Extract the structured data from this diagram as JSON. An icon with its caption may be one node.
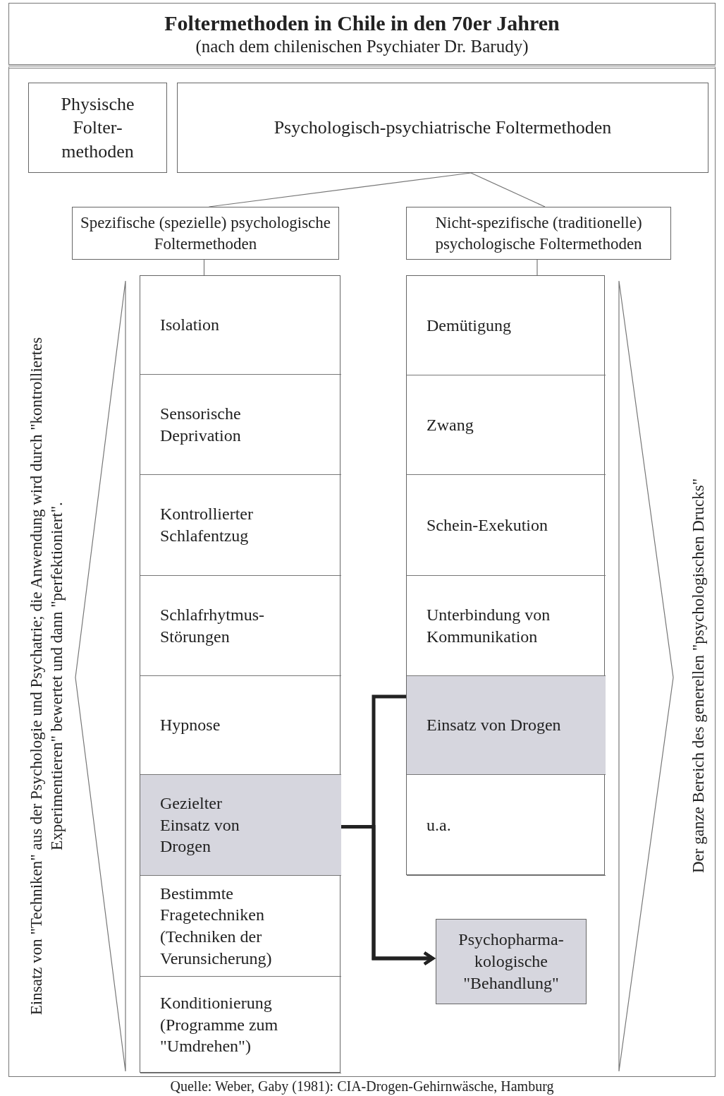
{
  "diagram": {
    "title": "Foltermethoden in Chile in den 70er Jahren",
    "caption": "Quelle: Weber, Gaby (1981): CIA-Drogen-Gehirnwäsche, Hamburg",
    "nodes": [
      {
        "text": [
          "Physische Folter-methoden"
        ]
      },
      {
        "text": [
          "Psychologisch-psychiatrische Foltermethoden"
        ]
      },
      {
        "text": [
          "Spezifische (spezielle) psychologische Foltermethoden"
        ]
      },
      {
        "text": [
          "Nicht-spezifische (traditionelle) psychologische Foltermethoden"
        ]
      },
      {
        "text": [],
        "shape": "box"
      },
      {
        "text": [
          "Isolation"
        ],
        "in": 4
      },
      {
        "text": [
          "Sensorische Deprivation"
        ],
        "in": 4
      },
      {
        "text": [
          "Kontrollierter Schlafentzug"
        ],
        "in": 4
      },
      {
        "text": [
          "Schlafrhytmus-Störungen"
        ],
        "in": 4
      },
      {
        "text": [
          "Hypnose"
        ],
        "in": 4
      },
      {
        "text": [
          "Gezielter Einsatz von Drogen"
        ],
        "in": 4
      },
      {
        "text": [
          "Bestimmte Fragetechniken (Techniken der Verunsicherung)"
        ],
        "in": 4
      },
      {
        "text": [
          "Konditionierung (Programme zum \"Umdrehen\")"
        ],
        "in": 4
      },
      {
        "text": [],
        "shape": "box"
      },
      {
        "text": [
          "Demütigung"
        ],
        "in": 13
      },
      {
        "text": [
          "Zwang"
        ],
        "in": 13
      },
      {
        "text": [
          "Schein-Exekution"
        ],
        "in": 13
      },
      {
        "text": [
          "Unterbindung von Kommunikation"
        ],
        "in": 13
      },
      {
        "text": [
          "Einsatz von Drogen"
        ],
        "in": 13
      },
      {
        "text": [
          "u.a."
        ],
        "in": 13
      },
      {
        "text": [
          "Psychopharma-kologische \"Behandlung\""
        ]
      },
      {
        "text": [],
        "shape": "bracket",
        "beside": [
          "Einsatz von \"Techniken\" aus der Psychologie und Psychatrie; die Anwendung wird durch \"kontrolliertes Experimentieren\" bewertet und dann \"perfektioniert\"."
        ]
      },
      {
        "text": [],
        "shape": "bracket",
        "beside": [
          "Der ganze Bereich des generellen \"psychologischen Drucks\""
        ]
      }
    ],
    "edges": [
      {
        "from": 1,
        "to": 2,
        "arrow": "none"
      },
      {
        "from": 1,
        "to": 3,
        "arrow": "none"
      },
      {
        "from": 2,
        "to": 4,
        "arrow": "none"
      },
      {
        "from": 3,
        "to": 13,
        "arrow": "none"
      },
      {
        "from": 10,
        "to": 20,
        "arrow": "to",
        "style": "thick"
      },
      {
        "from": 18,
        "to": 20,
        "arrow": "to",
        "style": "thick"
      }
    ],
    "labels": [
      "(nach dem chilenischen Psychiater Dr. Barudy)"
    ]
  }
}
